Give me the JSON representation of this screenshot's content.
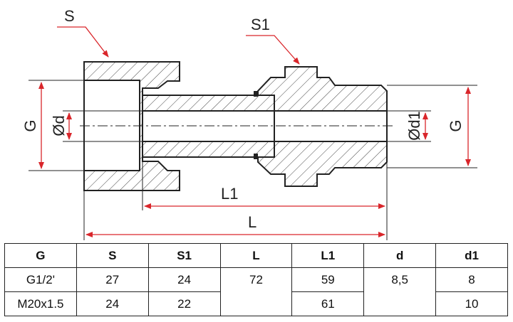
{
  "drawing": {
    "labels": {
      "s": "S",
      "s1": "S1",
      "g_left": "G",
      "d": "Ød",
      "d1": "Ød1",
      "g_right": "G",
      "l1": "L1",
      "l": "L"
    },
    "colors": {
      "outline": "#222222",
      "dimension": "#d9262b",
      "hatch": "#444444"
    }
  },
  "table": {
    "headers": [
      "G",
      "S",
      "S1",
      "L",
      "L1",
      "d",
      "d1"
    ],
    "rows": [
      [
        "G1/2'",
        "27",
        "24",
        "72",
        "59",
        "8,5",
        "8"
      ],
      [
        "M20x1.5",
        "24",
        "22",
        "",
        "61",
        "",
        "10"
      ]
    ]
  }
}
